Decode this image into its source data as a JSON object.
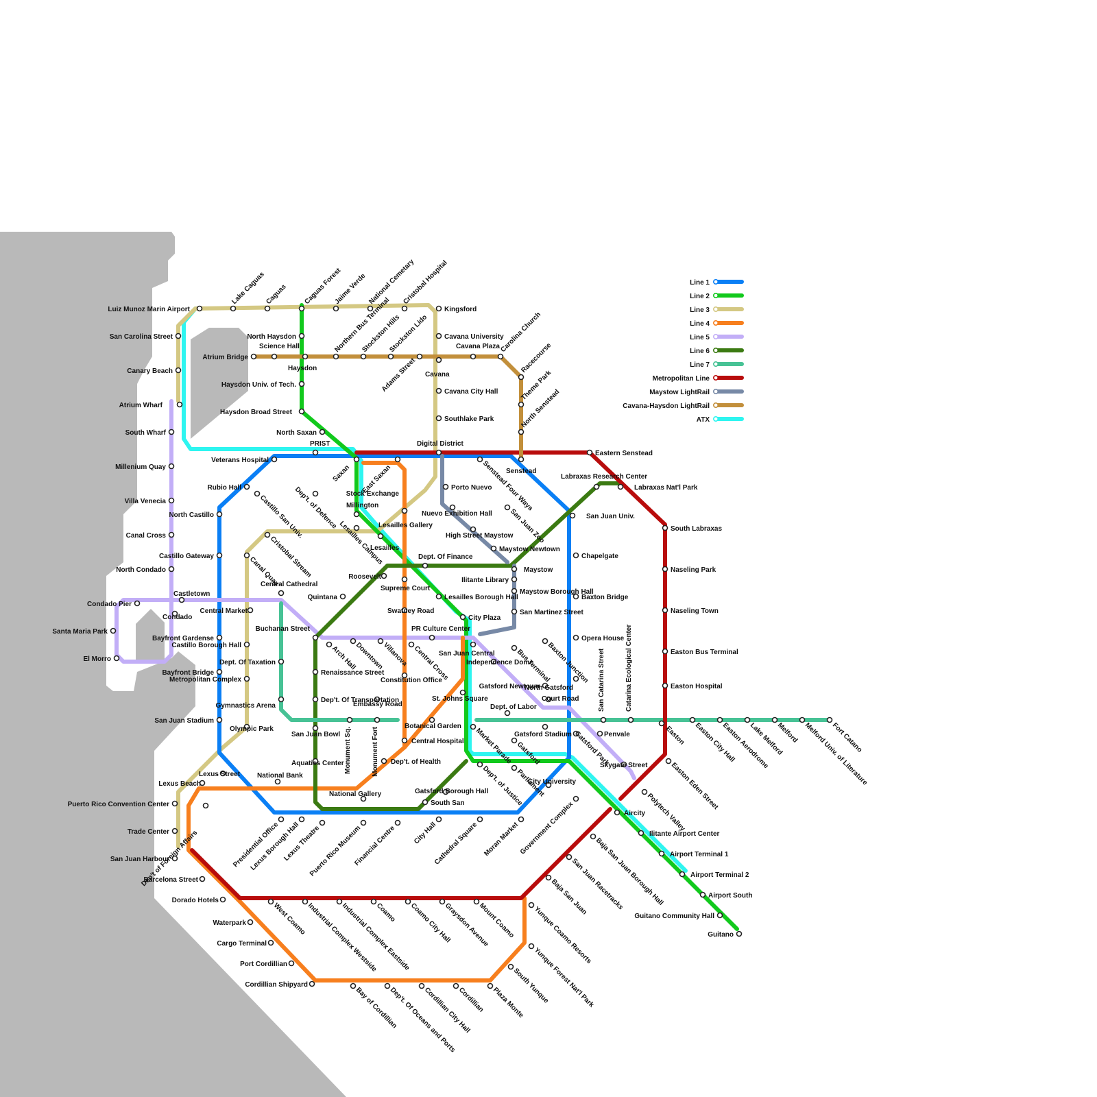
{
  "colors": {
    "background": "#ffffff",
    "land": "#b9b9b9",
    "station_fill": "#ffffff",
    "station_stroke": "#222222"
  },
  "legend": [
    {
      "label": "Line 1",
      "color": "#0a7ff5"
    },
    {
      "label": "Line 2",
      "color": "#11c91c"
    },
    {
      "label": "Line 3",
      "color": "#d4c883"
    },
    {
      "label": "Line 4",
      "color": "#f77f1e"
    },
    {
      "label": "Line 5",
      "color": "#c2aef7"
    },
    {
      "label": "Line 6",
      "color": "#3b7a12"
    },
    {
      "label": "Line 7",
      "color": "#47c295"
    },
    {
      "label": "Metropolitan Line",
      "color": "#b80c0c"
    },
    {
      "label": "Maystow LightRail",
      "color": "#7789a6"
    },
    {
      "label": "Cavana-Haysdon LightRail",
      "color": "#c28f3b"
    },
    {
      "label": "ATX",
      "color": "#2ef5f0"
    }
  ],
  "stations": {
    "s001": "Luiz Munoz Marin Airport",
    "s002": "Lake Caguas",
    "s003": "Caguas",
    "s004": "Caguas Forest",
    "s005": "Jaime Verde",
    "s006": "National Cemetary",
    "s007": "Cristobal Hospital",
    "s008": "Kingsford",
    "s009": "San Carolina Street",
    "s010": "North Haysdon",
    "s011": "Northern Bus Terminal",
    "s012": "Stockston Hills",
    "s013": "Stockston Lido",
    "s014": "Cavana University",
    "s015": "Carolina Church",
    "s016": "Cavana Plaza",
    "s017": "Science Hall",
    "s018": "Atrium Bridge",
    "s019": "Haysdon",
    "s020": "Adams Street",
    "s021": "Cavana",
    "s022": "Racecourse",
    "s023": "Canary Beach",
    "s024": "Haysdon Univ. of Tech.",
    "s025": "Cavana City Hall",
    "s026": "Theme Park",
    "s027": "Atrium Wharf",
    "s028": "Haysdon Broad Street",
    "s029": "North Senstead",
    "s030": "Southlake Park",
    "s031": "South Wharf",
    "s032": "North Saxan",
    "s033": "PRIST",
    "s034": "Digital District",
    "s035": "Eastern Senstead",
    "s036": "Veterans Hospital",
    "s037": "Saxan",
    "s038": "East Saxan",
    "s039": "Senstead Four Ways",
    "s040": "Senstead",
    "s041": "Millenium Quay",
    "s042": "Rubio Hall",
    "s043": "Porto Nuevo",
    "s044": "Labraxas Research Center",
    "s045": "Labraxas Nat'l Park",
    "s046": "Stock Exchange",
    "s047": "Castillo San Univ.",
    "s048": "Dep't. of Defence",
    "s049": "Millington",
    "s050": "San Juan Zoo",
    "s051": "Villa Venecia",
    "s052": "North Castillo",
    "s053": "Nuevo Exhibition Hall",
    "s054": "San Juan Univ.",
    "s055": "Lesailles Gallery",
    "s056": "South Labraxas",
    "s057": "Canal Cross",
    "s058": "Lesailles Campus",
    "s059": "High Street Maystow",
    "s060": "Cristobal Stream",
    "s061": "Lesailles",
    "s062": "Maystow Newtown",
    "s063": "Castillo Gateway",
    "s064": "Chapelgate",
    "s065": "Dept. Of Finance",
    "s066": "Canal Quay",
    "s067": "Maystow",
    "s068": "North Condado",
    "s069": "Naseling Park",
    "s070": "Roosevelt",
    "s071": "Ilitante Library",
    "s072": "Central Cathedral",
    "s073": "Supreme Court",
    "s074": "Maystow Borough Hall",
    "s075": "Castletown",
    "s076": "Lesailles Borough Hall",
    "s077": "Quintana",
    "s078": "Baxton Bridge",
    "s079": "Condado Pier",
    "s080": "Central Market",
    "s081": "Naseling Town",
    "s082": "Condado",
    "s083": "San Martinez Street",
    "s084": "Swatney Road",
    "s085": "City Plaza",
    "s086": "Santa Maria Park",
    "s087": "Buchanan Street",
    "s088": "PR Culture Center",
    "s089": "Bayfront Gardense",
    "s090": "Opera House",
    "s091": "Easton Bus Terminal",
    "s092": "San Catarina Street",
    "s093": "Catarina Ecological Center",
    "s094": "Castillo Borough Hall",
    "s095": "San Juan Central",
    "s096": "Arch Hall",
    "s097": "Downtown",
    "s098": "Villanova",
    "s099": "Central Cross",
    "s100": "Bus Terminal",
    "s101": "Baxton Junction",
    "s102": "El Morro",
    "s103": "Dept. Of Taxation",
    "s104": "Independence Dome",
    "s105": "Renaissance Street",
    "s106": "Bayfront Bridge",
    "s107": "Constitution Office",
    "s108": "Metropolitan Complex",
    "s109": "Easton Hospital",
    "s110": "Gatsford Newtown",
    "s111": "North Gatsford",
    "s112": "St. Johns Square",
    "s113": "Dep't. Of Transportation",
    "s114": "Court Road",
    "s115": "Embassy Road",
    "s116": "Gymnastics Arena",
    "s117": "Dept. of Labor",
    "s118": "San Juan Stadium",
    "s119": "Botanical Garden",
    "s120": "Gatsford Stadium",
    "s121": "Olympic Park",
    "s122": "San Juan Bowl",
    "s123": "Monument Sq.",
    "s124": "Monument Fort",
    "s125": "Penvale",
    "s126": "Central Hospital",
    "s127": "Gatsford Park",
    "s128": "Easton",
    "s129": "Easton City Hall",
    "s130": "Easton Aerodrome",
    "s131": "Lake Melford",
    "s132": "Melford",
    "s133": "Melford Univ. of Literature",
    "s134": "Fort Catano",
    "s135": "Market Parade",
    "s136": "Gatsford",
    "s137": "Dep't. of Health",
    "s138": "Aquatics Center",
    "s139": "Skygate Street",
    "s140": "Lexus Street",
    "s141": "Parliament",
    "s142": "Dep't. of Justice",
    "s143": "Lexus Beach",
    "s144": "National Bank",
    "s145": "City University",
    "s146": "Easton Eden Street",
    "s147": "Gatsford Borough Hall",
    "s148": "National Gallery",
    "s149": "South San",
    "s150": "Puerto Rico Convention Center",
    "s151": "Polytech Valley",
    "s152": "Dep't of Foreign Affairs",
    "s153": "Presidential Office",
    "s154": "Lexus Borough Hall",
    "s155": "Aircity",
    "s156": "Government Complex",
    "s157": "Trade Center",
    "s158": "Lexus Theatre",
    "s159": "Puerto Rico Museum",
    "s160": "Financial Centre",
    "s161": "City Hall",
    "s162": "Cathedral Square",
    "s163": "Moran Market",
    "s164": "Ilitante Airport Center",
    "s165": "Baja San Juan Borough Hall",
    "s166": "San Juan Harbour",
    "s167": "Airport Terminal 1",
    "s168": "San Juan Racetracks",
    "s169": "Barcelona Street",
    "s170": "Baja San Juan",
    "s171": "Airport Terminal 2",
    "s172": "Dorado Hotels",
    "s173": "West Coamo",
    "s174": "Industrial Complex Westside",
    "s175": "Industrial Complex Eastside",
    "s176": "Coamo",
    "s177": "Coamo City Hall",
    "s178": "Graysdon Avenue",
    "s179": "Mount Coamo",
    "s180": "Airport South",
    "s181": "Waterpark",
    "s182": "Yunque Coamo Resorts",
    "s183": "Guitano Community Hall",
    "s184": "Cargo Terminal",
    "s185": "Guitano",
    "s186": "Yunque Forest Nat'l Park",
    "s187": "Port Cordillian",
    "s188": "South Yunque",
    "s189": "Cordillian Shipyard",
    "s190": "Bay of Cordillian",
    "s191": "Dep't. Of Oceans and Ports",
    "s192": "Cordillian City Hall",
    "s193": "Cordillian",
    "s194": "Plaza Monte"
  }
}
